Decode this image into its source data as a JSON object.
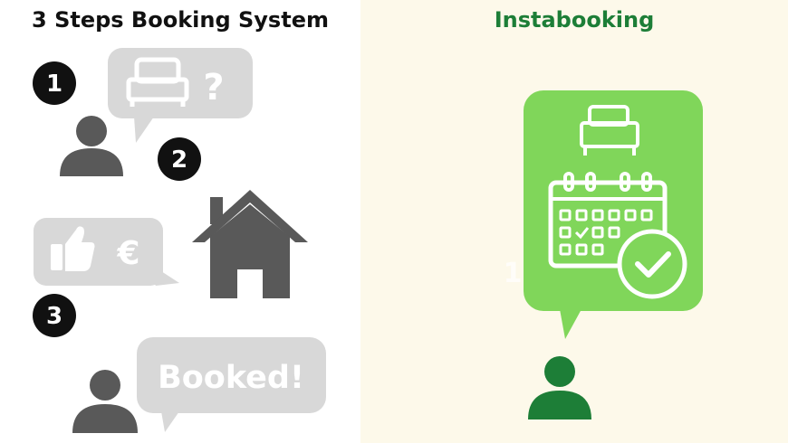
{
  "left": {
    "title": "3 Steps Booking System",
    "steps": [
      "1",
      "2",
      "3"
    ],
    "bubble_question_mark": "?",
    "bubble_currency": "€",
    "bubble_booked": "Booked!"
  },
  "right": {
    "title": "Instabooking",
    "step": "1"
  },
  "colors": {
    "bubble_gray": "#d8d8d8",
    "icon_dark_gray": "#595959",
    "number_black": "#111111",
    "instabooking_green": "#1d7e37",
    "bubble_green": "#80d65a",
    "right_background": "#fdf9ea"
  },
  "icons": [
    "bed-icon",
    "question-mark-icon",
    "person-icon",
    "house-icon",
    "thumbs-up-icon",
    "euro-icon",
    "calendar-icon",
    "checkmark-icon"
  ]
}
